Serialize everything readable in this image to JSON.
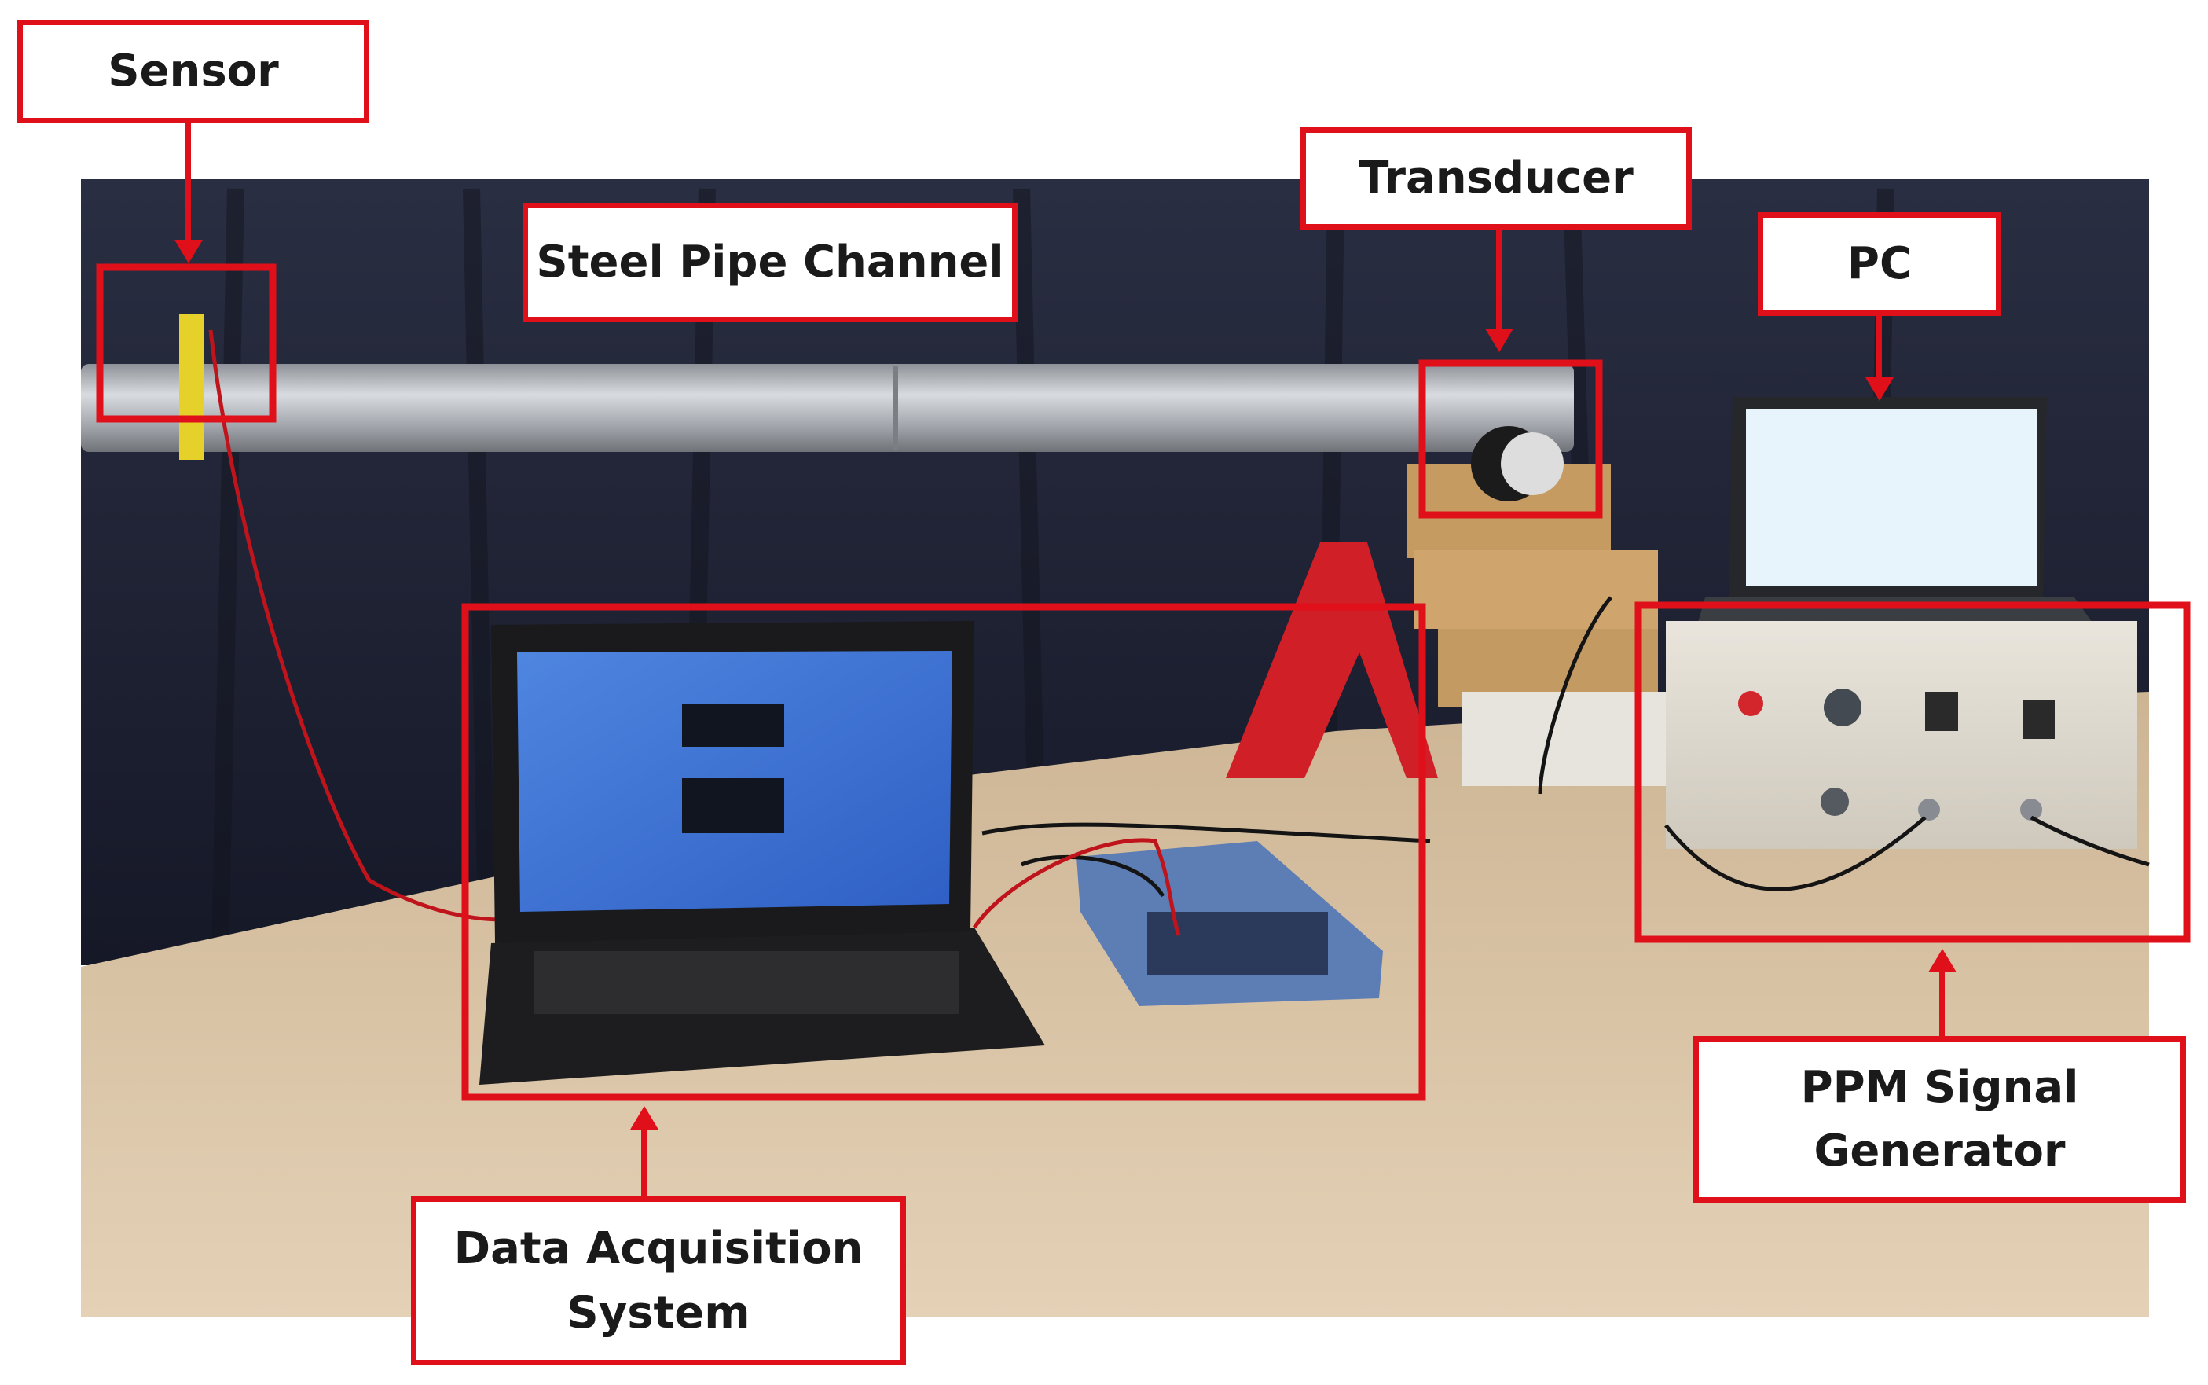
{
  "colors": {
    "annotation_red": "#e0101a",
    "curtain": "#1c1f2e",
    "floor": "#d9c3a4",
    "pipe": "#a9adb3",
    "label_text": "#1a1a1a"
  },
  "labels": {
    "sensor": "Sensor",
    "steel_pipe_channel": "Steel Pipe Channel",
    "transducer": "Transducer",
    "pc": "PC",
    "ppm_signal_generator": "PPM Signal\nGenerator",
    "data_acquisition_system": "Data Acquisition\nSystem"
  }
}
